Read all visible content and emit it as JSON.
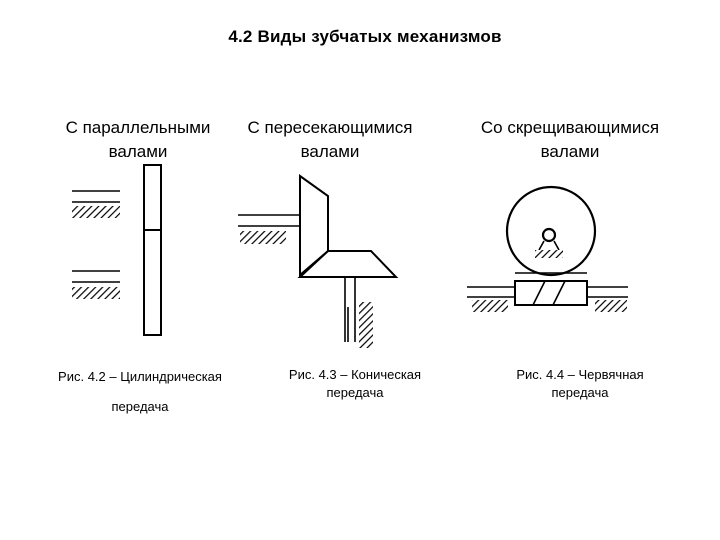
{
  "title": "4.2 Виды зубчатых механизмов",
  "columns": [
    {
      "heading_line1": "С параллельными",
      "heading_line2": "валами",
      "caption_line1": "Рис. 4.2 – Цилиндрическая",
      "caption_line2": "передача"
    },
    {
      "heading_line1": "С пересекающимися",
      "heading_line2": "валами",
      "caption_line1": "Рис. 4.3 – Коническая",
      "caption_line2": "передача"
    },
    {
      "heading_line1": "Со скрещивающимися",
      "heading_line2": "валами",
      "caption_line1": "Рис. 4.4 – Червячная",
      "caption_line2": "передача"
    }
  ]
}
